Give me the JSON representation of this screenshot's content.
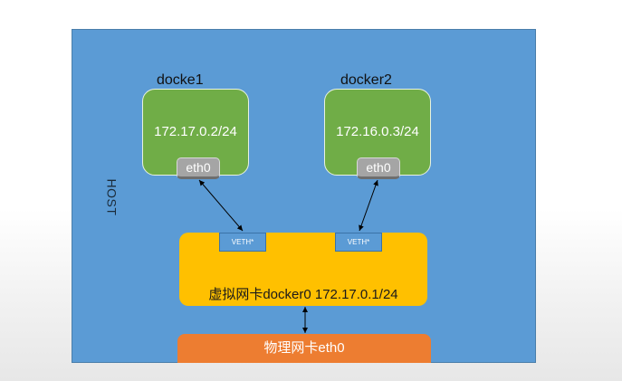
{
  "host": {
    "label": "HOST"
  },
  "containers": [
    {
      "title": "docke1",
      "ip": "172.17.0.2/24",
      "interface": "eth0"
    },
    {
      "title": "docker2",
      "ip": "172.16.0.3/24",
      "interface": "eth0"
    }
  ],
  "bridge": {
    "veths": [
      "VETH*",
      "VETH*"
    ],
    "label": "虚拟网卡docker0 172.17.0.1/24"
  },
  "physical_nic": {
    "label": "物理网卡eth0"
  },
  "colors": {
    "host": "#5b9bd5",
    "container": "#70ad47",
    "eth_chip": "#a5a5a5",
    "bridge": "#ffc000",
    "veth": "#5b9bd5",
    "physical_nic": "#ed7d31"
  }
}
